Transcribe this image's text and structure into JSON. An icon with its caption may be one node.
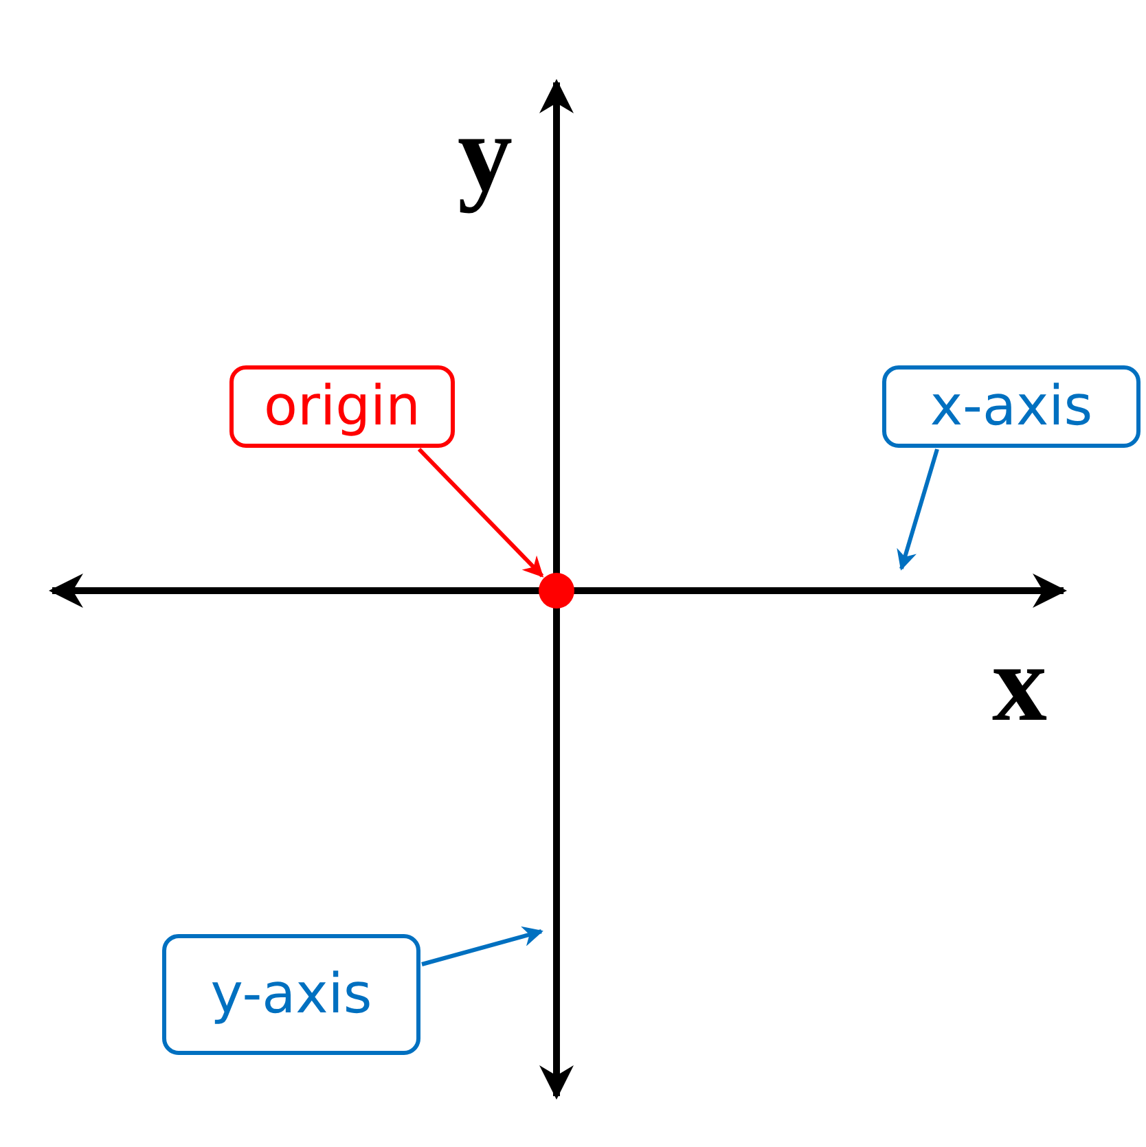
{
  "diagram": {
    "nodes": [
      {
        "text": [
          "origin"
        ]
      },
      {
        "text": [
          "x-axis"
        ]
      },
      {
        "text": [
          "y-axis"
        ]
      },
      {
        "text": [],
        "shape": "circle"
      }
    ],
    "edges": [
      {
        "from": 0,
        "to": 3,
        "arrow": "to",
        "color": "#ff0000"
      },
      {
        "from": 1,
        "to": null,
        "arrow": "to"
      },
      {
        "from": 2,
        "to": null,
        "arrow": "to"
      }
    ],
    "labels": [
      "y",
      "x"
    ]
  }
}
